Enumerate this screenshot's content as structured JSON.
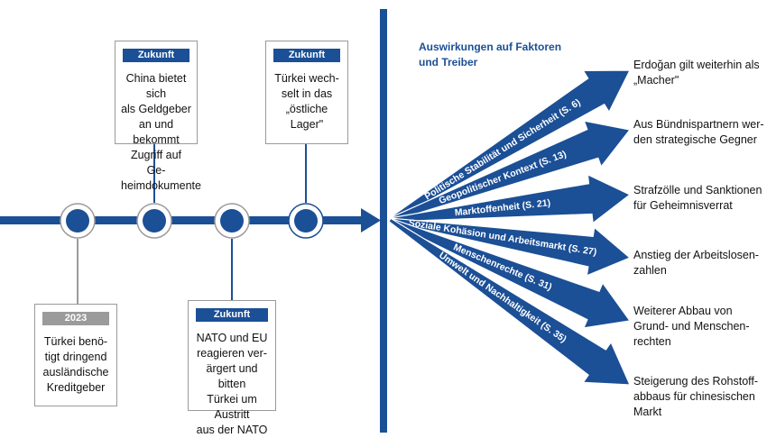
{
  "cards": [
    {
      "tag": "Zukunft",
      "text": "China bietet sich\nals Geldgeber\nan und bekommt\nZugriff auf Ge-\nheimdokumente"
    },
    {
      "tag": "Zukunft",
      "text": "Türkei wech-\nselt in das\n„östliche\nLager\""
    },
    {
      "tag": "2023",
      "text": "Türkei benö-\ntigt dringend\nausländische\nKreditgeber"
    },
    {
      "tag": "Zukunft",
      "text": "NATO und EU\nreagieren ver-\närgert und bitten\nTürkei um Austritt\naus der NATO"
    }
  ],
  "effects_title": "Auswirkungen auf Faktoren\nund Treiber",
  "factors": [
    {
      "label": "Politische Stabilität und Sicherheit (S. 6)"
    },
    {
      "label": "Geopolitischer Kontext (S. 13)"
    },
    {
      "label": "Marktoffenheit (S. 21)"
    },
    {
      "label": "Soziale Kohäsion und Arbeitsmarkt (S. 27)"
    },
    {
      "label": "Menschenrechte (S. 31)"
    },
    {
      "label": "Umwelt und Nachhaltigkeit (S. 35)"
    }
  ],
  "outcomes": [
    "Erdoğan gilt weiterhin als\n„Macher\"",
    "Aus Bündnispartnern wer-\nden strategische Gegner",
    "Strafzölle und Sanktionen\nfür Geheimnisverrat",
    "Anstieg der Arbeitslosen-\nzahlen",
    "Weiterer Abbau von\nGrund- und Menschen-\nrechten",
    "Steigerung des Rohstoff-\nabbaus für chinesischen\nMarkt"
  ],
  "colors": {
    "blue": "#1b4f96",
    "gray": "#9b9b9b"
  }
}
